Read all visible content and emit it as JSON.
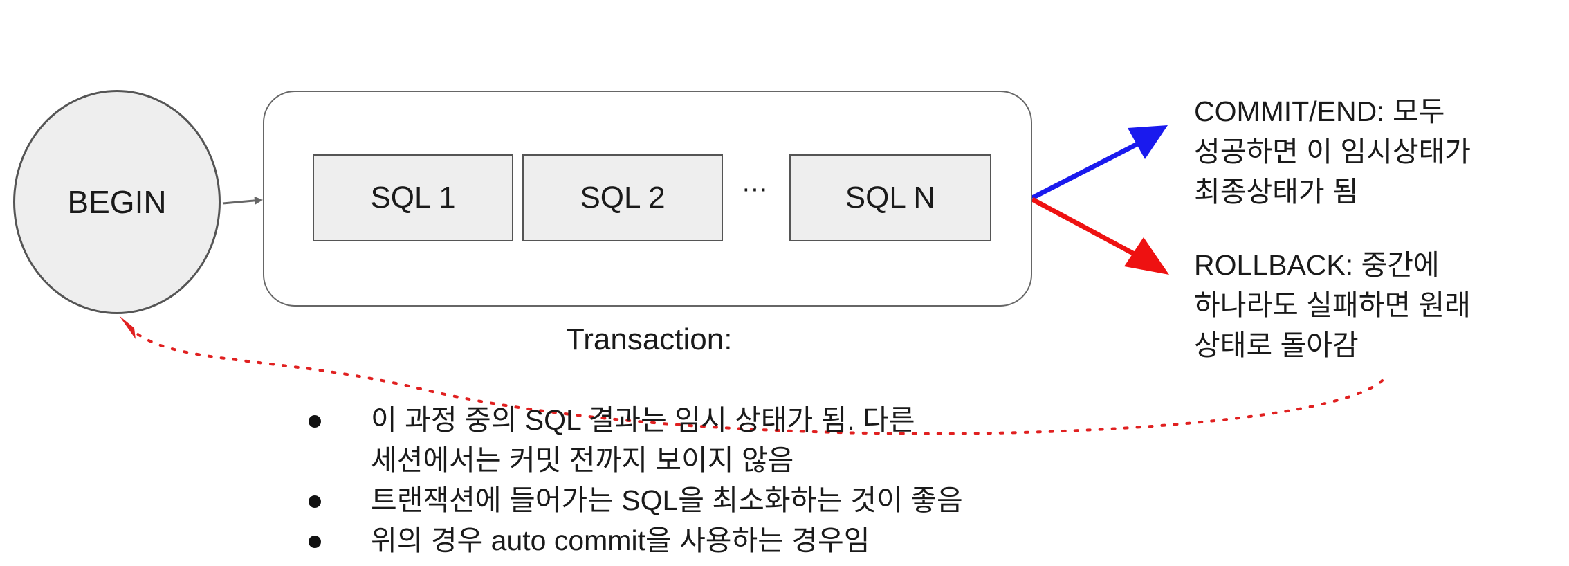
{
  "begin": {
    "label": "BEGIN"
  },
  "transaction": {
    "label": "Transaction:",
    "sql_items": [
      "SQL 1",
      "SQL 2",
      "SQL N"
    ],
    "ellipsis": "···"
  },
  "commit": {
    "lines": [
      "COMMIT/END: 모두",
      "성공하면 이 임시상태가",
      "최종상태가 됨"
    ]
  },
  "rollback": {
    "lines": [
      "ROLLBACK: 중간에",
      "하나라도 실패하면 원래",
      "상태로 돌아감"
    ]
  },
  "notes": [
    {
      "lines": [
        "이 과정 중의 SQL 결과는 임시 상태가 됨. 다른",
        "세션에서는 커밋 전까지 보이지 않음"
      ]
    },
    {
      "lines": [
        "트랜잭션에 들어가는 SQL을 최소화하는 것이 좋음"
      ]
    },
    {
      "lines": [
        "위의 경우 auto commit을 사용하는 경우임"
      ]
    }
  ],
  "colors": {
    "commit_arrow": "#1a1aee",
    "rollback_arrow": "#ee1111",
    "connector": "#666666",
    "loop": "#e02020"
  }
}
